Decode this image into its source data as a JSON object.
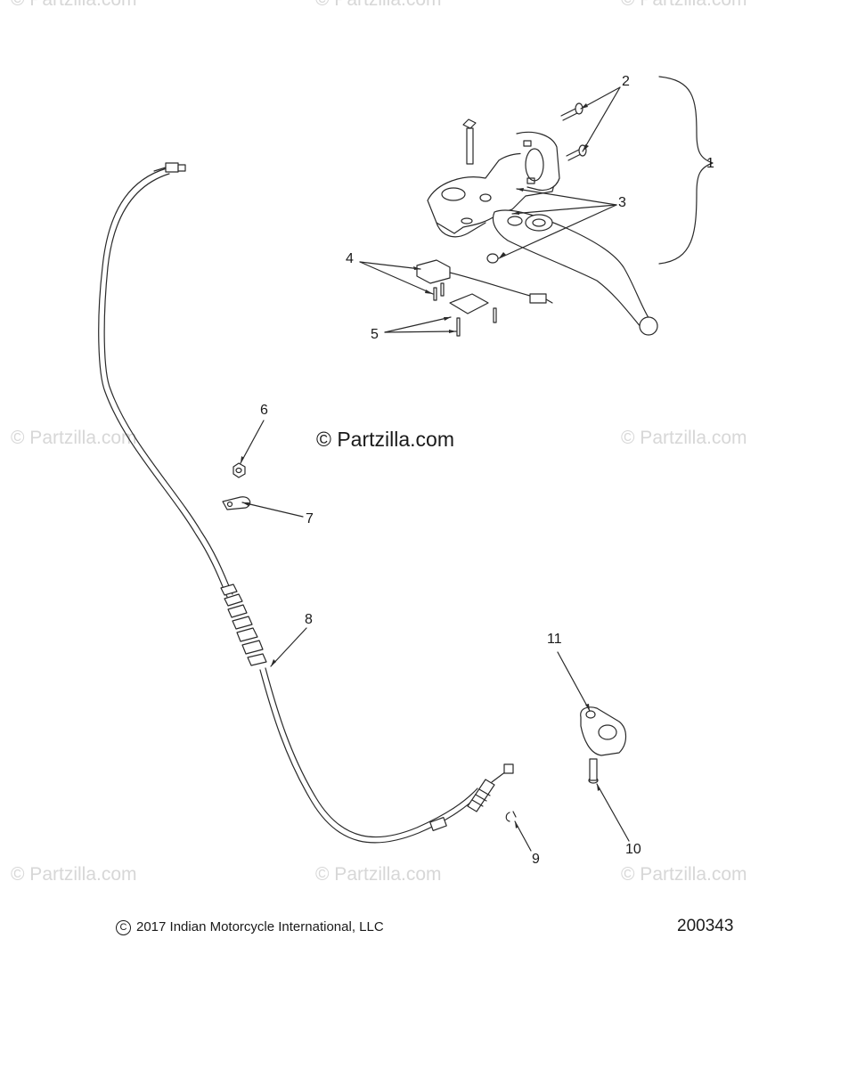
{
  "watermarks": {
    "main": "© Partzilla.com",
    "faint": "© Partzilla.com"
  },
  "callouts": [
    "1",
    "2",
    "3",
    "4",
    "5",
    "6",
    "7",
    "8",
    "9",
    "10",
    "11"
  ],
  "footer": {
    "copyright_symbol": "C",
    "copyright_text": "2017 Indian Motorcycle International, LLC",
    "diagram_number": "200343"
  },
  "colors": {
    "line": "#2a2a2a",
    "watermark": "#d7d7d7"
  }
}
